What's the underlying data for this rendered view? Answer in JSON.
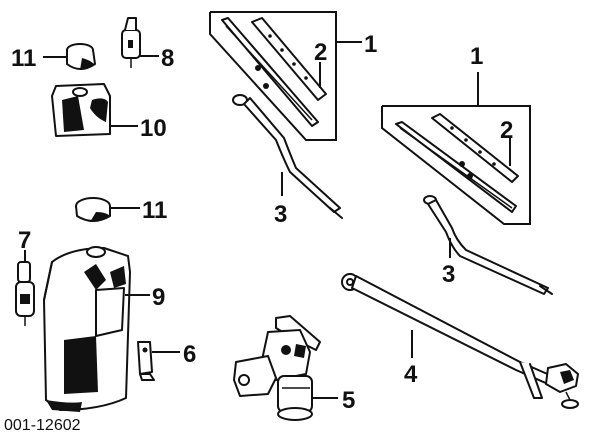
{
  "figure_code": "001-12602",
  "callouts": {
    "wiper_blade_left": "1",
    "wiper_insert_left": "2",
    "wiper_arm_left": "3",
    "wiper_blade_right": "1",
    "wiper_insert_right": "2",
    "wiper_arm_right": "3",
    "wiper_linkage": "4",
    "wiper_motor": "5",
    "pump_bracket": "6",
    "washer_pump": "7",
    "rear_washer_pump": "8",
    "washer_reservoir": "9",
    "reservoir_cover": "10",
    "filler_cap_top": "11",
    "filler_cap_mid": "11"
  }
}
